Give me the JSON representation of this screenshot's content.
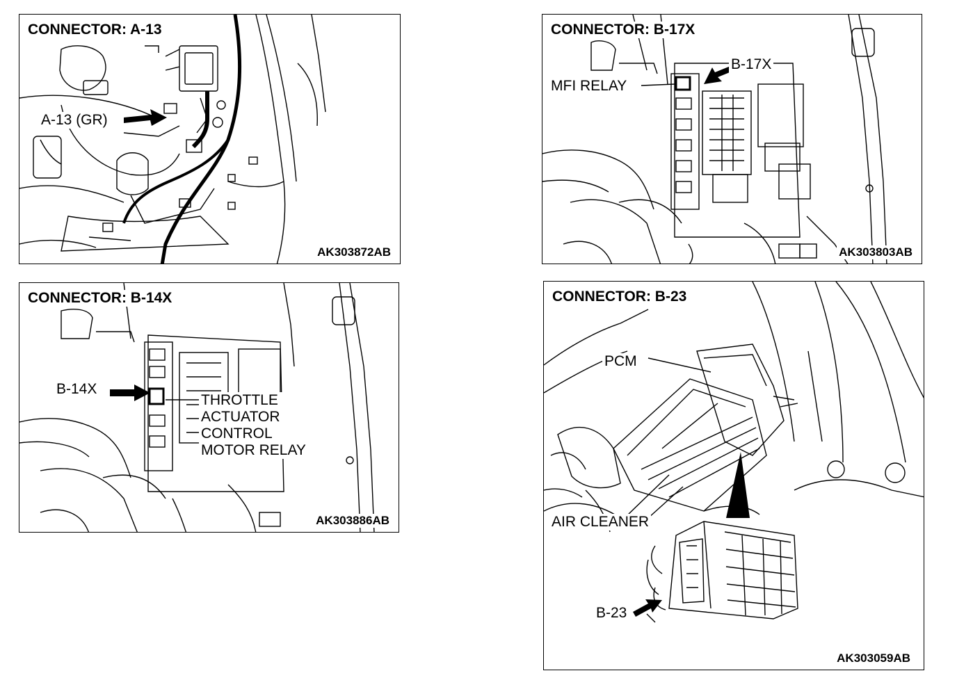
{
  "panels": [
    {
      "title": "CONNECTOR: A-13",
      "code": "AK303872AB",
      "callouts": [
        "A-13 (GR)"
      ]
    },
    {
      "title": "CONNECTOR: B-17X",
      "code": "AK303803AB",
      "callouts": [
        "B-17X",
        "MFI RELAY"
      ]
    },
    {
      "title": "CONNECTOR: B-14X",
      "code": "AK303886AB",
      "callouts": [
        "B-14X"
      ],
      "relay_lines": [
        "THROTTLE",
        "ACTUATOR",
        "CONTROL",
        "MOTOR RELAY"
      ]
    },
    {
      "title": "CONNECTOR: B-23",
      "code": "AK303059AB",
      "callouts": [
        "PCM",
        "AIR CLEANER",
        "B-23"
      ]
    }
  ]
}
